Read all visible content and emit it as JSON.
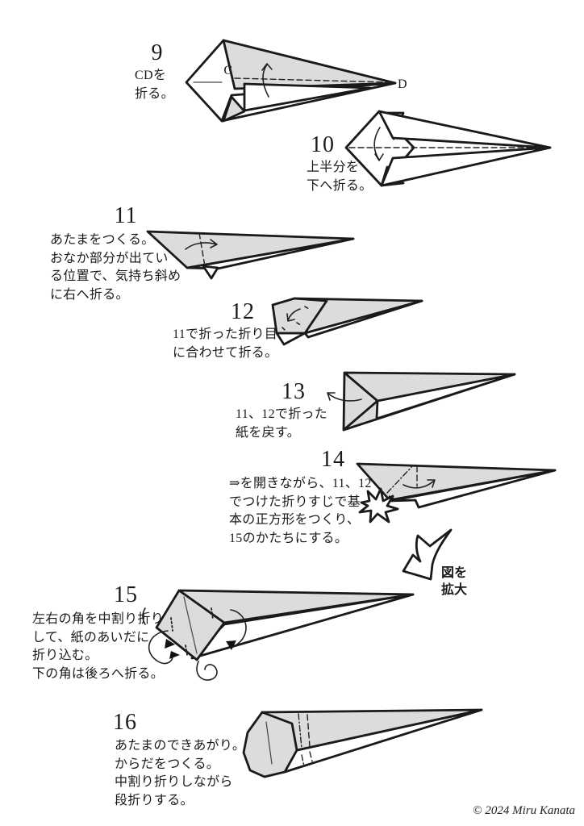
{
  "colors": {
    "background": "#ffffff",
    "paper_fill": "#dcdcdc",
    "line": "#1a1a1a"
  },
  "steps": [
    {
      "number": "9",
      "lines": [
        "CDを",
        "折る。"
      ]
    },
    {
      "number": "10",
      "lines": [
        "上半分を",
        "下へ折る。"
      ]
    },
    {
      "number": "11",
      "lines": [
        "あたまをつくる。",
        "おなか部分が出てい",
        "る位置で、気持ち斜め",
        "に右へ折る。"
      ]
    },
    {
      "number": "12",
      "lines": [
        "11で折った折り目",
        "に合わせて折る。"
      ]
    },
    {
      "number": "13",
      "lines": [
        "11、12で折った",
        "紙を戻す。"
      ]
    },
    {
      "number": "14",
      "lines": [
        "⇒を開きながら、11、12",
        "でつけた折りすじで基",
        "本の正方形をつくり、",
        "15のかたちにする。"
      ]
    },
    {
      "number": "15",
      "lines": [
        "左右の角を中割り折り",
        "して、紙のあいだに",
        "折り込む。",
        "下の角は後ろへ折る。"
      ]
    },
    {
      "number": "16",
      "lines": [
        "あたまのできあがり。",
        "からだをつくる。",
        "中割り折りしながら",
        "段折りする。"
      ]
    }
  ],
  "diagram_labels": {
    "step9_c": "C",
    "step9_d": "D"
  },
  "zoom_note": {
    "line1": "図を",
    "line2": "拡大"
  },
  "footer": {
    "copyright": "© 2024 Miru Kanata"
  }
}
